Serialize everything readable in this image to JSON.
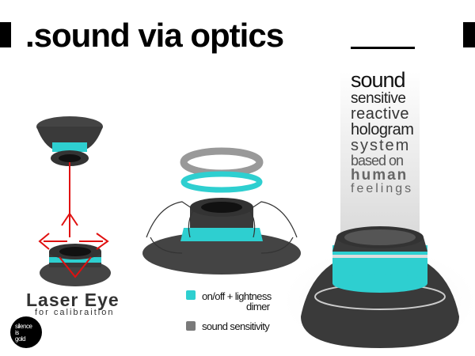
{
  "title": ".sound via optics",
  "tagline": [
    "sound",
    "sensitive",
    "reactive",
    "hologram",
    "system",
    "based on",
    "human",
    "feelings"
  ],
  "laser_eye": {
    "title": "Laser Eye",
    "subtitle": "for calibraition"
  },
  "seal": [
    "silence",
    "is",
    "gold"
  ],
  "legend": [
    {
      "label_line1": "on/off + lightness",
      "label_line2": "dimer",
      "color": "#2ecfd0"
    },
    {
      "label": "sound sensitivity",
      "color": "#7a7a7a"
    }
  ],
  "colors": {
    "teal": "#2ecfd0",
    "dark": "#3a3a3a",
    "laser": "#e01010"
  }
}
